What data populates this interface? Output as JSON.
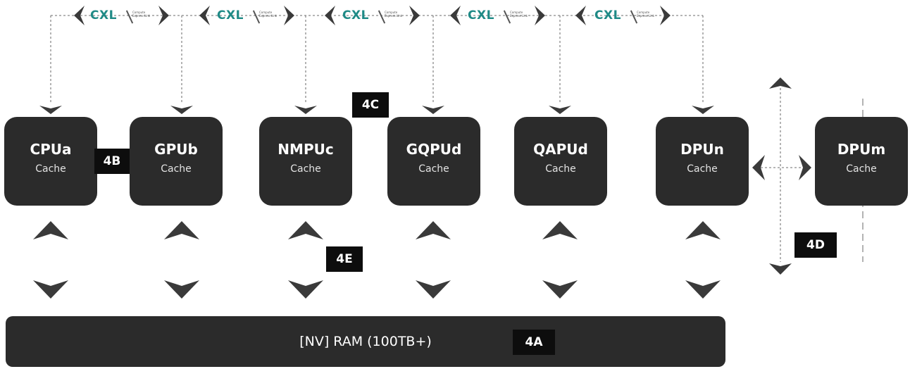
{
  "processors": [
    {
      "name": "CPUa",
      "cache": "Cache"
    },
    {
      "name": "GPUb",
      "cache": "Cache"
    },
    {
      "name": "NMPUc",
      "cache": "Cache"
    },
    {
      "name": "GQPUd",
      "cache": "Cache"
    },
    {
      "name": "QAPUd",
      "cache": "Cache"
    },
    {
      "name": "DPUn",
      "cache": "Cache"
    },
    {
      "name": "DPUm",
      "cache": "Cache"
    }
  ],
  "memory": {
    "label": "[NV] RAM (100TB+)"
  },
  "labels": {
    "a": "4A",
    "b": "4B",
    "c": "4C",
    "d": "4D",
    "e": "4E"
  },
  "cxl_logo": {
    "word": "CXL",
    "sub": "Compute Express Link"
  },
  "colors": {
    "box": "#2b2b2b",
    "tag": "#0d0d0d",
    "arrow": "#3a3a3a",
    "cxl_teal": "#1f8a86"
  }
}
